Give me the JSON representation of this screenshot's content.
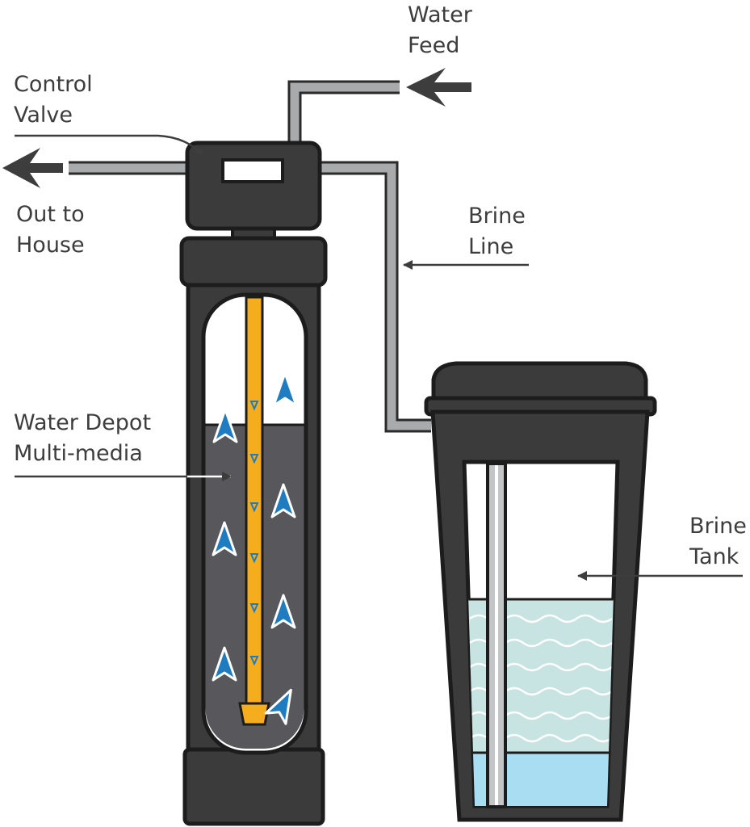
{
  "labels": {
    "water_feed": [
      "Water",
      "Feed"
    ],
    "control_valve": [
      "Control",
      "Valve"
    ],
    "out_to_house": [
      "Out to",
      "House"
    ],
    "brine_line": [
      "Brine",
      "Line"
    ],
    "multimedia": [
      "Water Depot",
      "Multi-media"
    ],
    "brine_tank": [
      "Brine",
      "Tank"
    ]
  },
  "colors": {
    "outline": "#1c1c1c",
    "tank_body": "#3b3b3b",
    "media": "#57575c",
    "pipe": "#a9aaac",
    "distributor_tube": "#f6ad1d",
    "flow_arrow": "#1f7cc0",
    "brine_water": "#c7e4e2",
    "brine_bottom_water": "#a9ddf2",
    "label_text": "#3d3d3d",
    "pointer": "#3d3d3d"
  },
  "icons": {
    "flow": "upward-chevron-arrow-icon",
    "down_flow": "small-down-triangle-icon",
    "inlet": "left-arrow-icon",
    "outlet": "left-arrow-icon"
  }
}
